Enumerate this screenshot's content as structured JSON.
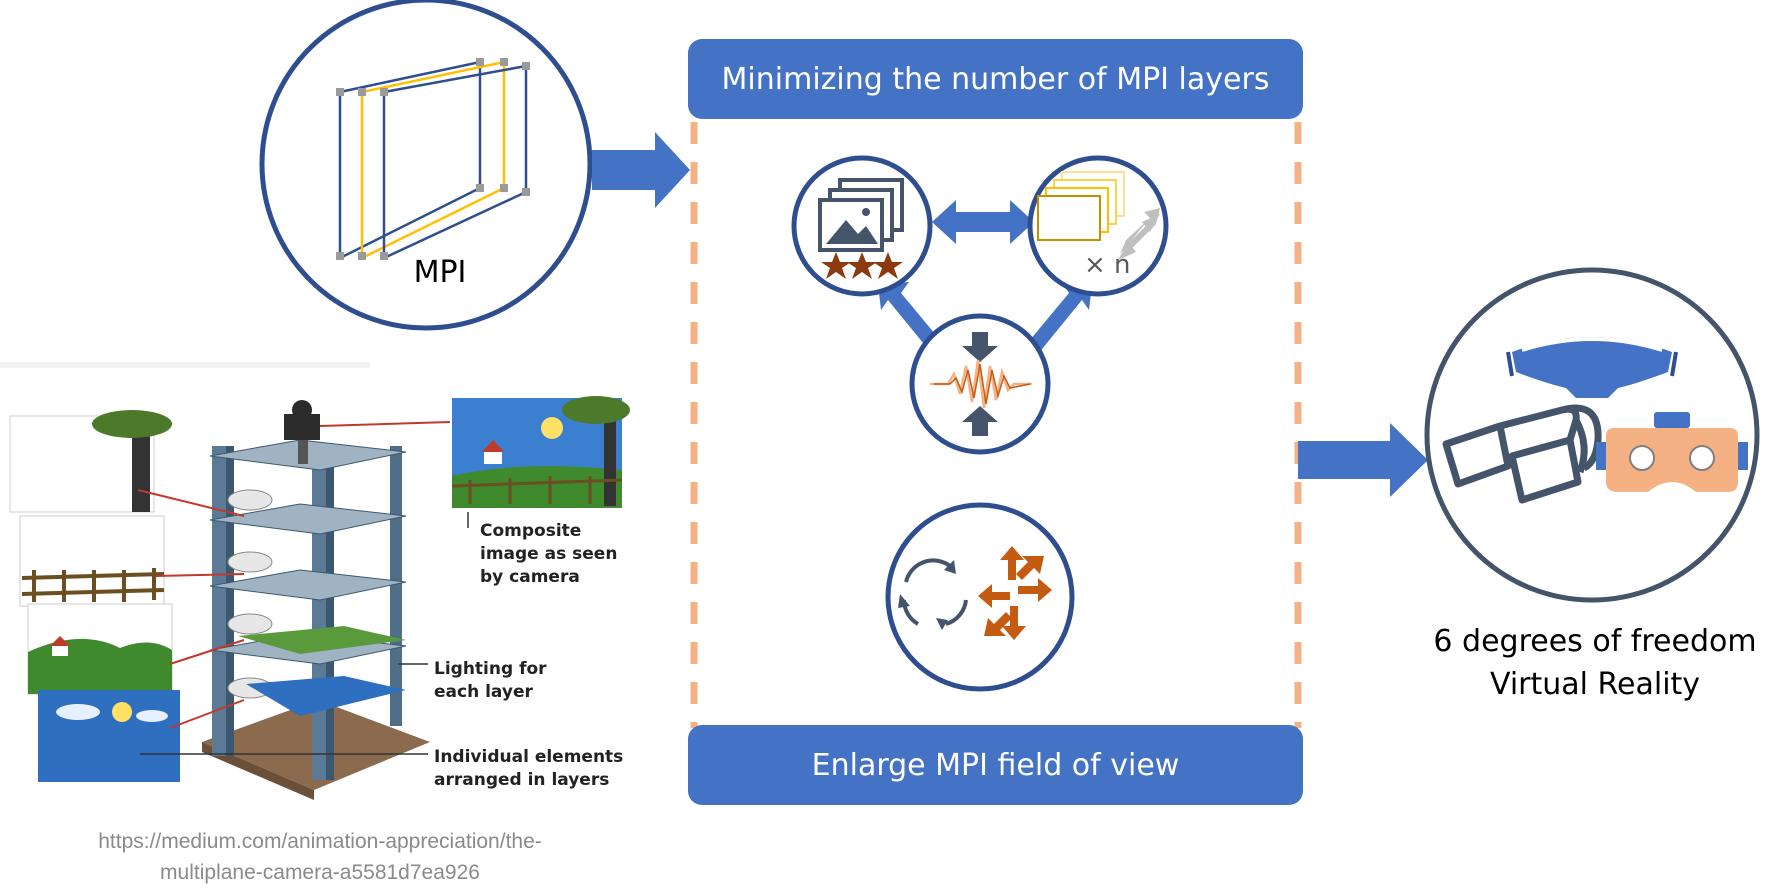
{
  "banners": {
    "top": "Minimizing the number of MPI layers",
    "bottom": "Enlarge MPI field of view"
  },
  "mpi_circle": {
    "label": "MPI"
  },
  "vr": {
    "line1": "6 degrees of freedom",
    "line2": "Virtual Reality"
  },
  "illustration": {
    "callout_composite": [
      "Composite",
      "image as seen",
      "by camera"
    ],
    "callout_lighting": [
      "Lighting for",
      "each layer"
    ],
    "callout_elements": [
      "Individual elements",
      "arranged in layers"
    ]
  },
  "source_url": {
    "line1": "https://medium.com/animation-appreciation/the-",
    "line2": "multiplane-camera-a5581d7ea926"
  },
  "icons": {
    "times_n": "× n"
  },
  "colors": {
    "accent_blue": "#4472c4",
    "dark_navy": "#2f4e8f",
    "dashed_orange": "#f4b183",
    "star_brown": "#8b3a0f",
    "arrow_orange": "#c55a11",
    "headset_peach": "#f4b183",
    "layer_gold": "#ffc000"
  }
}
